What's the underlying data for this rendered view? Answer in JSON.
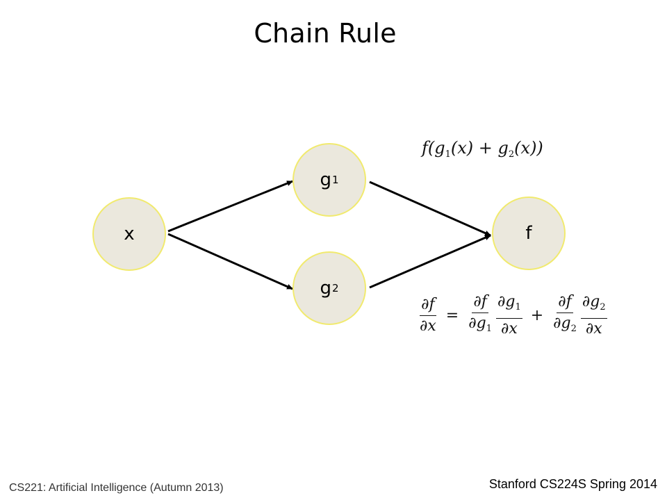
{
  "title": "Chain Rule",
  "nodes": {
    "x": {
      "label": "x"
    },
    "g1": {
      "label": "g",
      "sub": "1"
    },
    "g2": {
      "label": "g",
      "sub": "2"
    },
    "f": {
      "label": "f"
    }
  },
  "edges": [
    {
      "from": "x",
      "to": "g1"
    },
    {
      "from": "x",
      "to": "g2"
    },
    {
      "from": "g1",
      "to": "f"
    },
    {
      "from": "g2",
      "to": "f"
    }
  ],
  "formulas": {
    "composition": "f(g1(x) + g2(x))",
    "derivative": "∂f/∂x = ∂f/∂g1 ∂g1/∂x + ∂f/∂g2 ∂g2/∂x"
  },
  "footer": {
    "left": "CS221: Artificial Intelligence (Autumn 2013)",
    "right": "Stanford CS224S Spring 2014"
  },
  "colors": {
    "node_fill": "#ebe8dd",
    "node_border": "#f1ea6e",
    "edge": "#000000"
  }
}
